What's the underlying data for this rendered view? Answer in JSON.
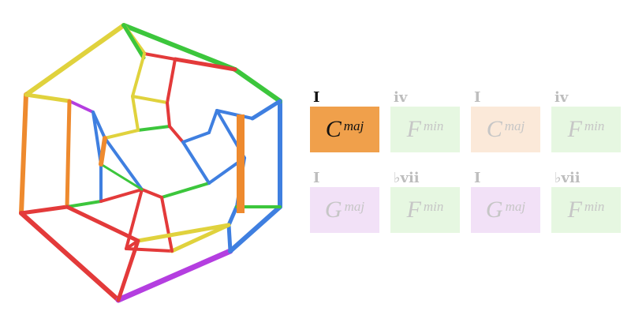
{
  "progression": [
    {
      "numeral": "I",
      "root": "C",
      "quality": "maj",
      "color": "#f0a04b",
      "active": true
    },
    {
      "numeral": "iv",
      "root": "F",
      "quality": "min",
      "color": "#e6f7e1",
      "active": false
    },
    {
      "numeral": "I",
      "root": "C",
      "quality": "maj",
      "color": "#fbe9d9",
      "active": false
    },
    {
      "numeral": "iv",
      "root": "F",
      "quality": "min",
      "color": "#e6f7e1",
      "active": false
    },
    {
      "numeral": "I",
      "root": "G",
      "quality": "maj",
      "color": "#f2e1f7",
      "active": false
    },
    {
      "numeral": "♭vii",
      "root": "F",
      "quality": "min",
      "color": "#e6f7e1",
      "active": false
    },
    {
      "numeral": "I",
      "root": "G",
      "quality": "maj",
      "color": "#f2e1f7",
      "active": false
    },
    {
      "numeral": "♭vii",
      "root": "F",
      "quality": "min",
      "color": "#e6f7e1",
      "active": false
    }
  ],
  "edge_colors": {
    "red": "#e33a3a",
    "green": "#3cc63c",
    "blue": "#3f7fe0",
    "yellow": "#e0d23d",
    "orange": "#ee8a2e",
    "purple": "#b43ee0"
  }
}
